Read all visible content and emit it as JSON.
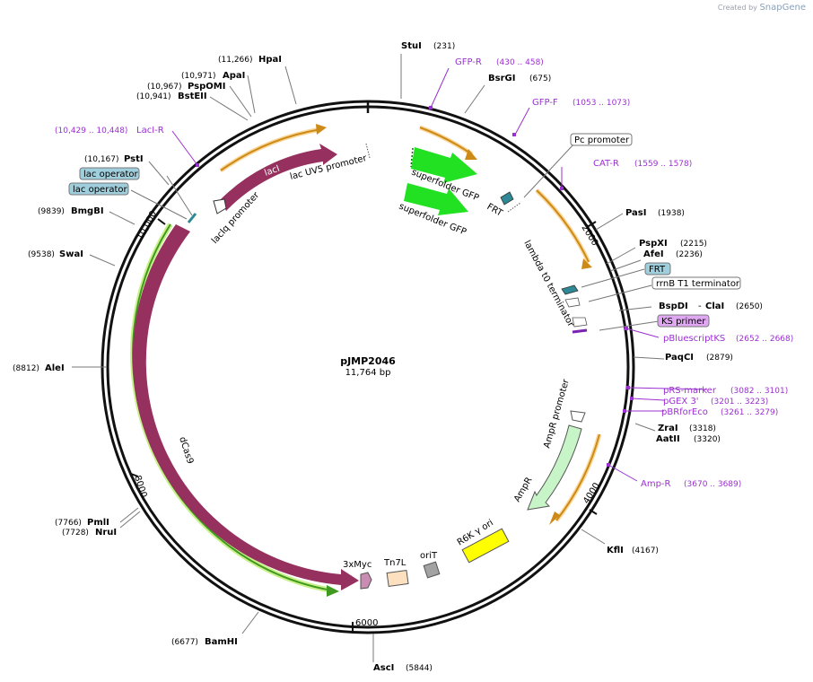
{
  "credit": {
    "created_by": "Created by",
    "app": "SnapGene"
  },
  "plasmid": {
    "name": "pJMP2046",
    "size": "11,764 bp"
  },
  "ticks": {
    "t2000": "2000",
    "t4000": "4000",
    "t6000": "6000",
    "t8000": "8000",
    "t10000": "10,000"
  },
  "sites": {
    "stui": {
      "name": "StuI",
      "pos": "(231)"
    },
    "bsrgi": {
      "name": "BsrGI",
      "pos": "(675)"
    },
    "pasi": {
      "name": "PasI",
      "pos": "(1938)"
    },
    "pspxi": {
      "name": "PspXI",
      "pos": "(2215)"
    },
    "afei": {
      "name": "AfeI",
      "pos": "(2236)"
    },
    "bspdi": {
      "name": "BspDI",
      "sep": "-",
      "name2": "ClaI",
      "pos": "(2650)"
    },
    "paqci": {
      "name": "PaqCI",
      "pos": "(2879)"
    },
    "zrai": {
      "name": "ZraI",
      "pos": "(3318)"
    },
    "aatii": {
      "name": "AatII",
      "pos": "(3320)"
    },
    "kfli": {
      "name": "KflI",
      "pos": "(4167)"
    },
    "asci": {
      "name": "AscI",
      "pos": "(5844)"
    },
    "bamhi": {
      "name": "BamHI",
      "pos": "(6677)"
    },
    "nrui": {
      "name": "NruI",
      "pos": "(7728)"
    },
    "pmli": {
      "name": "PmlI",
      "pos": "(7766)"
    },
    "alei": {
      "name": "AleI",
      "pos": "(8812)"
    },
    "swai": {
      "name": "SwaI",
      "pos": "(9538)"
    },
    "bmgbi": {
      "name": "BmgBI",
      "pos": "(9839)"
    },
    "psti": {
      "name": "PstI",
      "pos": "(10,167)"
    },
    "bsteii": {
      "name": "BstEII",
      "pos": "(10,941)"
    },
    "pspomi": {
      "name": "PspOMI",
      "pos": "(10,967)"
    },
    "apai": {
      "name": "ApaI",
      "pos": "(10,971)"
    },
    "hpai": {
      "name": "HpaI",
      "pos": "(11,266)"
    }
  },
  "primers": {
    "gfpr": {
      "name": "GFP-R",
      "range": "(430 .. 458)"
    },
    "gfpf": {
      "name": "GFP-F",
      "range": "(1053 .. 1073)"
    },
    "catr": {
      "name": "CAT-R",
      "range": "(1559 .. 1578)"
    },
    "pbluescriptks": {
      "name": "pBluescriptKS",
      "range": "(2652 .. 2668)"
    },
    "prsmarker": {
      "name": "pRS-marker",
      "range": "(3082 .. 3101)"
    },
    "pgex3": {
      "name": "pGEX 3'",
      "range": "(3201 .. 3223)"
    },
    "pbrforeco": {
      "name": "pBRforEco",
      "range": "(3261 .. 3279)"
    },
    "ampr": {
      "name": "Amp-R",
      "range": "(3670 .. 3689)"
    },
    "lacir": {
      "name": "LacI-R",
      "range": "(10,429 .. 10,448)"
    }
  },
  "boxed": {
    "pc_promoter": "Pc promoter",
    "frt": "FRT",
    "rrnb": "rrnB T1 terminator",
    "ks_primer": "KS primer",
    "lac_operator_1": "lac operator",
    "lac_operator_2": "lac operator"
  },
  "features": {
    "laci": "lacI",
    "lacuv5": "lac UV5 promoter",
    "laciq": "lacIq promoter",
    "sfgfp1": "superfolder GFP",
    "sfgfp2": "superfolder GFP",
    "frt": "FRT",
    "lambda": "lambda t0 terminator",
    "ampr_promoter": "AmpR promoter",
    "ampr": "AmpR",
    "r6k": "R6K γ ori",
    "orit": "oriT",
    "tn7l": "Tn7L",
    "myc": "3xMyc",
    "dcas9": "dCas9"
  },
  "colors": {
    "backbone": "#111111",
    "site_line": "#666666",
    "primer": "#9b30d0",
    "laci": "#96305f",
    "gfp": "#22e022",
    "ampr": "#c8f5c8",
    "r6k": "#ffff00",
    "orit": "#a3a3a3",
    "tn7l": "#fde0c0",
    "myc": "#c98cb2",
    "frt": "#2e8896",
    "orange_arc": "#ce8a16",
    "green_arc": "#3f9a1f",
    "box_blue": "#9fcedd",
    "box_purple": "#e0a8f2"
  }
}
